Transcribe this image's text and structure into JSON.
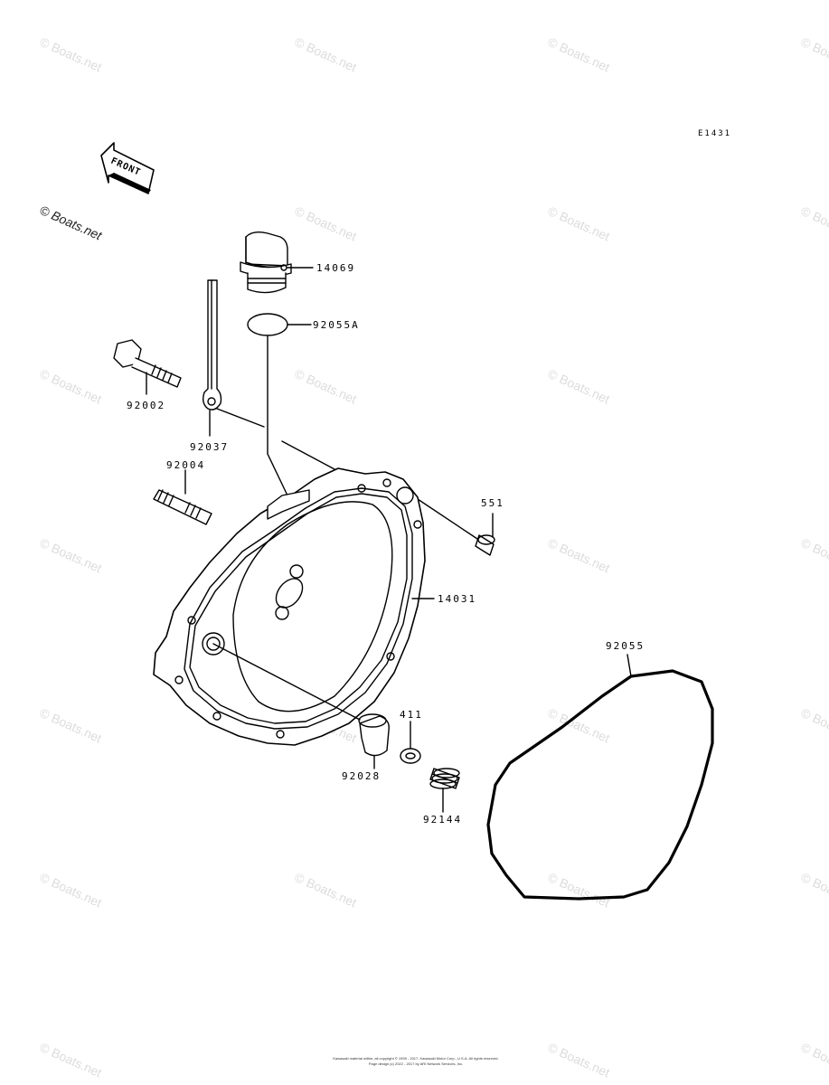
{
  "diagram": {
    "code": "E1431",
    "front_label": "FRONT",
    "watermark": "© Boats.net",
    "parts": [
      {
        "id": "14069"
      },
      {
        "id": "92055A"
      },
      {
        "id": "92002"
      },
      {
        "id": "92037"
      },
      {
        "id": "92004"
      },
      {
        "id": "551"
      },
      {
        "id": "14031"
      },
      {
        "id": "92055"
      },
      {
        "id": "411"
      },
      {
        "id": "92028"
      },
      {
        "id": "92144"
      }
    ],
    "footer": [
      "Kawasaki material within; all copyright © 1995 - 2017, Kawasaki Motor Corp., U.S.A. All rights reserved.",
      "Page design (c) 2022 - 2017 by ARI Network Services, Inc."
    ]
  }
}
